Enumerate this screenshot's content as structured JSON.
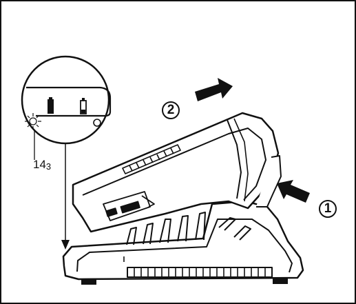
{
  "figure": {
    "reference_label": {
      "main": "14",
      "sub": "3"
    },
    "step_labels": {
      "remove_push": "1",
      "slide_out": "2"
    },
    "icons": [
      "battery-full-icon",
      "battery-low-icon",
      "led-indicator-icon"
    ]
  }
}
